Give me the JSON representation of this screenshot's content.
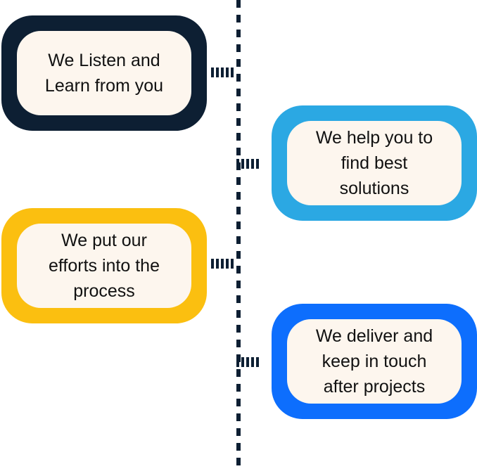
{
  "colors": {
    "spine": "#0d1f33",
    "card_fill": "#fdf6ee",
    "text": "#111111"
  },
  "steps": [
    {
      "text": "We Listen and\nLearn from you",
      "border_color": "#0d1f33"
    },
    {
      "text": "We help you to\nfind best\nsolutions",
      "border_color": "#2ba8e3"
    },
    {
      "text": "We put our\nefforts into the\nprocess",
      "border_color": "#fbbf10"
    },
    {
      "text": "We deliver and\nkeep in touch\nafter projects",
      "border_color": "#0d6efd"
    }
  ]
}
